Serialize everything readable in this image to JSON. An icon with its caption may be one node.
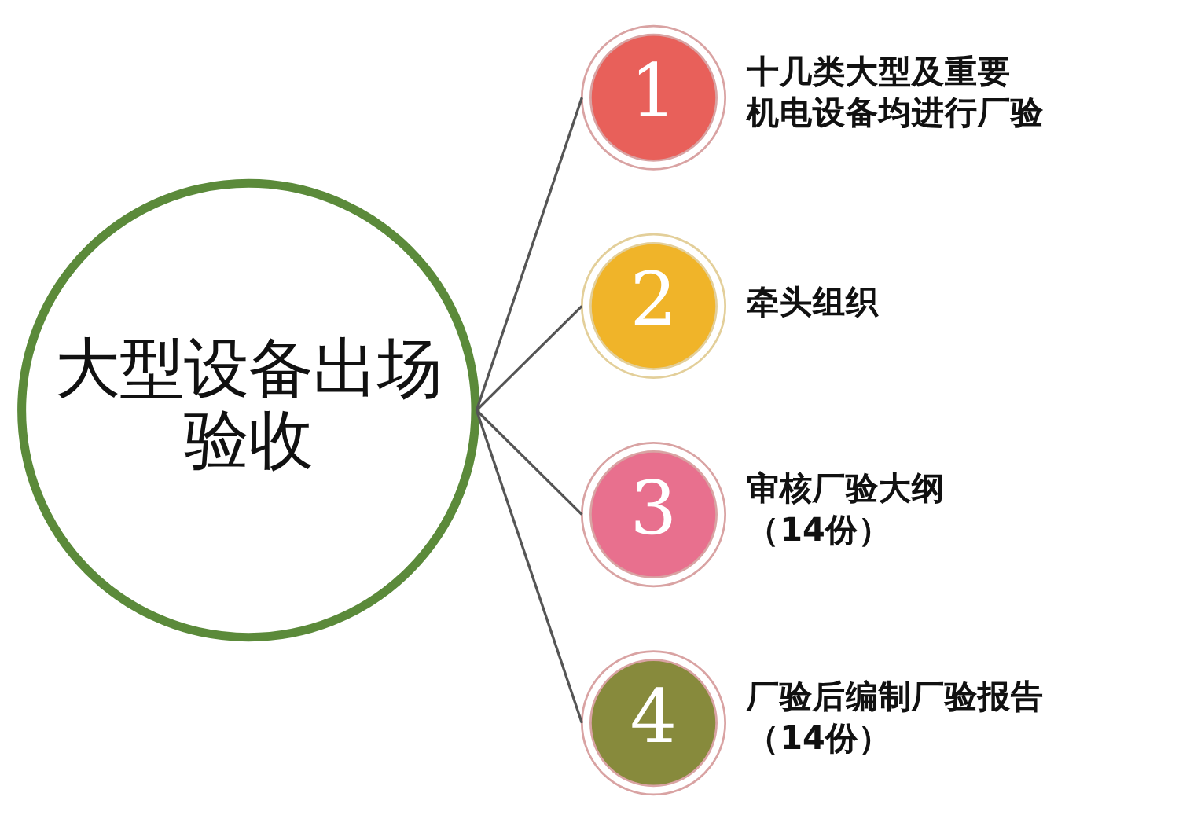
{
  "diagram": {
    "nodes": [
      {
        "text": [
          "大型设备出场验收"
        ]
      },
      {
        "text": [
          "1"
        ],
        "beside": [
          "十几类大型及重要机电设备均进行厂验"
        ]
      },
      {
        "text": [
          "2"
        ],
        "beside": [
          "牵头组织"
        ]
      },
      {
        "text": [
          "3"
        ],
        "beside": [
          "审核厂验大纲（14份）"
        ]
      },
      {
        "text": [
          "4"
        ],
        "beside": [
          "厂验后编制厂验报告（14份）"
        ]
      }
    ],
    "edges": [
      {
        "from": 0,
        "to": 1,
        "arrow": "none"
      },
      {
        "from": 0,
        "to": 2,
        "arrow": "none"
      },
      {
        "from": 0,
        "to": 3,
        "arrow": "none"
      },
      {
        "from": 0,
        "to": 4,
        "arrow": "none"
      }
    ]
  }
}
